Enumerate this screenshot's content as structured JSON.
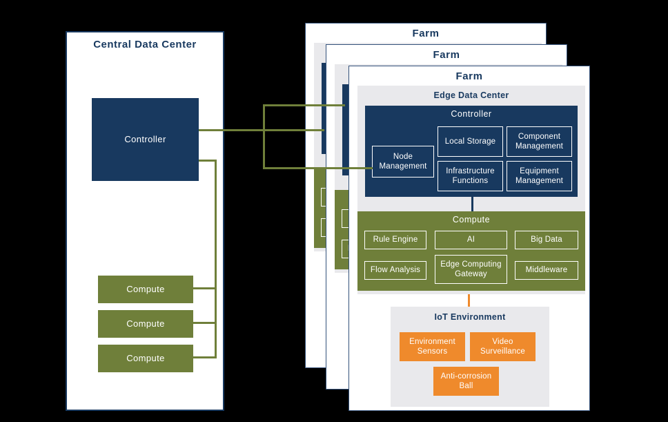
{
  "colors": {
    "navy": "#18395F",
    "olive": "#6F7F3A",
    "orange": "#EF8A2C",
    "panel_gray": "#E9E9EC",
    "background": "#000000"
  },
  "central": {
    "title": "Central Data Center",
    "controller_label": "Controller",
    "compute_labels": [
      "Compute",
      "Compute",
      "Compute"
    ]
  },
  "farm": {
    "title": "Farm",
    "edge_data_center": {
      "title": "Edge Data Center",
      "controller": {
        "title": "Controller",
        "boxes": {
          "node_management": "Node Management",
          "local_storage": "Local Storage",
          "component_management": "Component Management",
          "infrastructure_functions": "Infrastructure Functions",
          "equipment_management": "Equipment Management"
        }
      },
      "compute": {
        "title": "Compute",
        "boxes": [
          "Rule Engine",
          "AI",
          "Big Data",
          "Flow Analysis",
          "Edge Computing Gateway",
          "Middleware"
        ]
      }
    },
    "iot_environment": {
      "title": "IoT Environment",
      "boxes": [
        "Environment Sensors",
        "Video Surveillance",
        "Anti-corrosion Ball"
      ]
    }
  }
}
